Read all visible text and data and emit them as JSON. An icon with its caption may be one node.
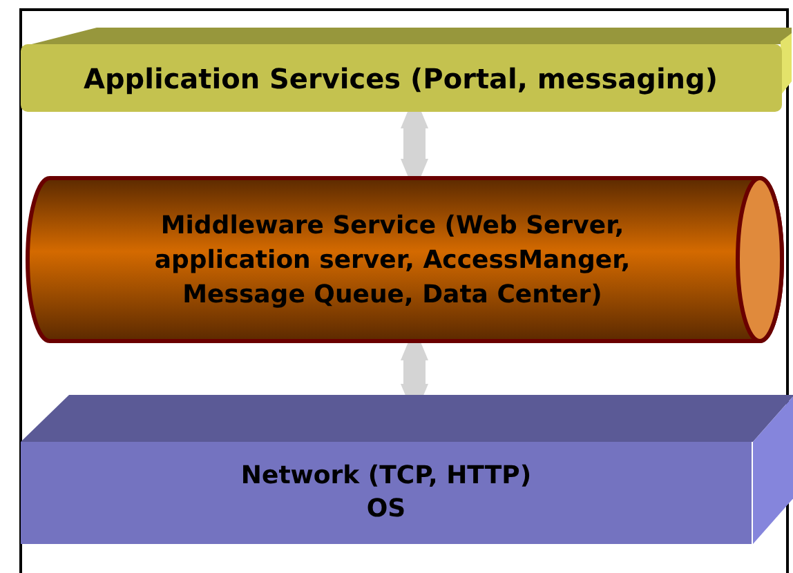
{
  "diagram": {
    "nodes": [
      {
        "text": [
          "Application Services (Portal, messaging)"
        ]
      },
      {
        "text": [
          "Middleware Service (Web Server, application server, AccessManger, Message Queue, Data Center)"
        ]
      },
      {
        "text": [
          "Network (TCP, HTTP)",
          "OS"
        ]
      }
    ],
    "edges": [
      {
        "from": 0,
        "to": 1,
        "arrow": "both"
      },
      {
        "from": 1,
        "to": 2,
        "arrow": "both"
      }
    ]
  }
}
